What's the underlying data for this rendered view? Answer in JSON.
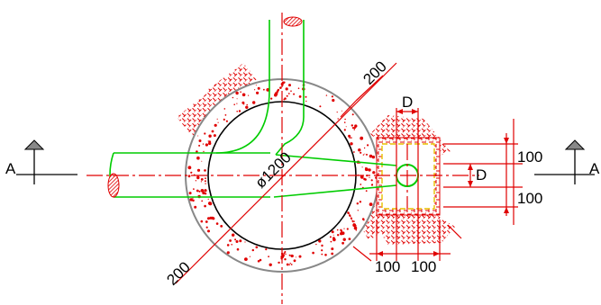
{
  "colors": {
    "background": "#ffffff",
    "dimension": "#e00000",
    "pipe": "#00cc00",
    "pit_ring": "#888888",
    "inner_wall": "#000000",
    "hatch": "#e00000",
    "concrete_dots": "#e00000",
    "section_mark": "#888888",
    "yellow": "#e8c000"
  },
  "section": {
    "left_label": "A",
    "right_label": "A"
  },
  "dimensions": {
    "diameter": "ø1200",
    "wall_top": "200",
    "wall_bottom": "200",
    "d_top": "D",
    "d_right": "D",
    "gap_up": "100",
    "gap_down": "100",
    "gap_left": "100",
    "gap_right": "100"
  }
}
